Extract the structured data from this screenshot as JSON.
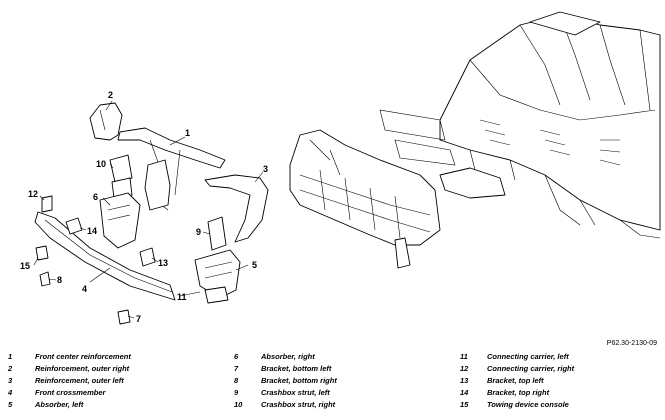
{
  "figure_code": "P62.30-2130-09",
  "callouts": [
    "1",
    "2",
    "3",
    "4",
    "5",
    "6",
    "7",
    "8",
    "9",
    "10",
    "11",
    "12",
    "13",
    "14",
    "15"
  ],
  "legend": [
    {
      "num": "1",
      "text": "Front center reinforcement"
    },
    {
      "num": "2",
      "text": "Reinforcement, outer right"
    },
    {
      "num": "3",
      "text": "Reinforcement, outer left"
    },
    {
      "num": "4",
      "text": "Front crossmember"
    },
    {
      "num": "5",
      "text": "Absorber, left"
    },
    {
      "num": "6",
      "text": "Absorber, right"
    },
    {
      "num": "7",
      "text": "Bracket, bottom left"
    },
    {
      "num": "8",
      "text": "Bracket, bottom right"
    },
    {
      "num": "9",
      "text": "Crashbox strut, left"
    },
    {
      "num": "10",
      "text": "Crashbox strut, right"
    },
    {
      "num": "11",
      "text": "Connecting carrier, left"
    },
    {
      "num": "12",
      "text": "Connecting carrier, right"
    },
    {
      "num": "13",
      "text": "Bracket, top left"
    },
    {
      "num": "14",
      "text": "Bracket, top right"
    },
    {
      "num": "15",
      "text": "Towing device console"
    }
  ]
}
